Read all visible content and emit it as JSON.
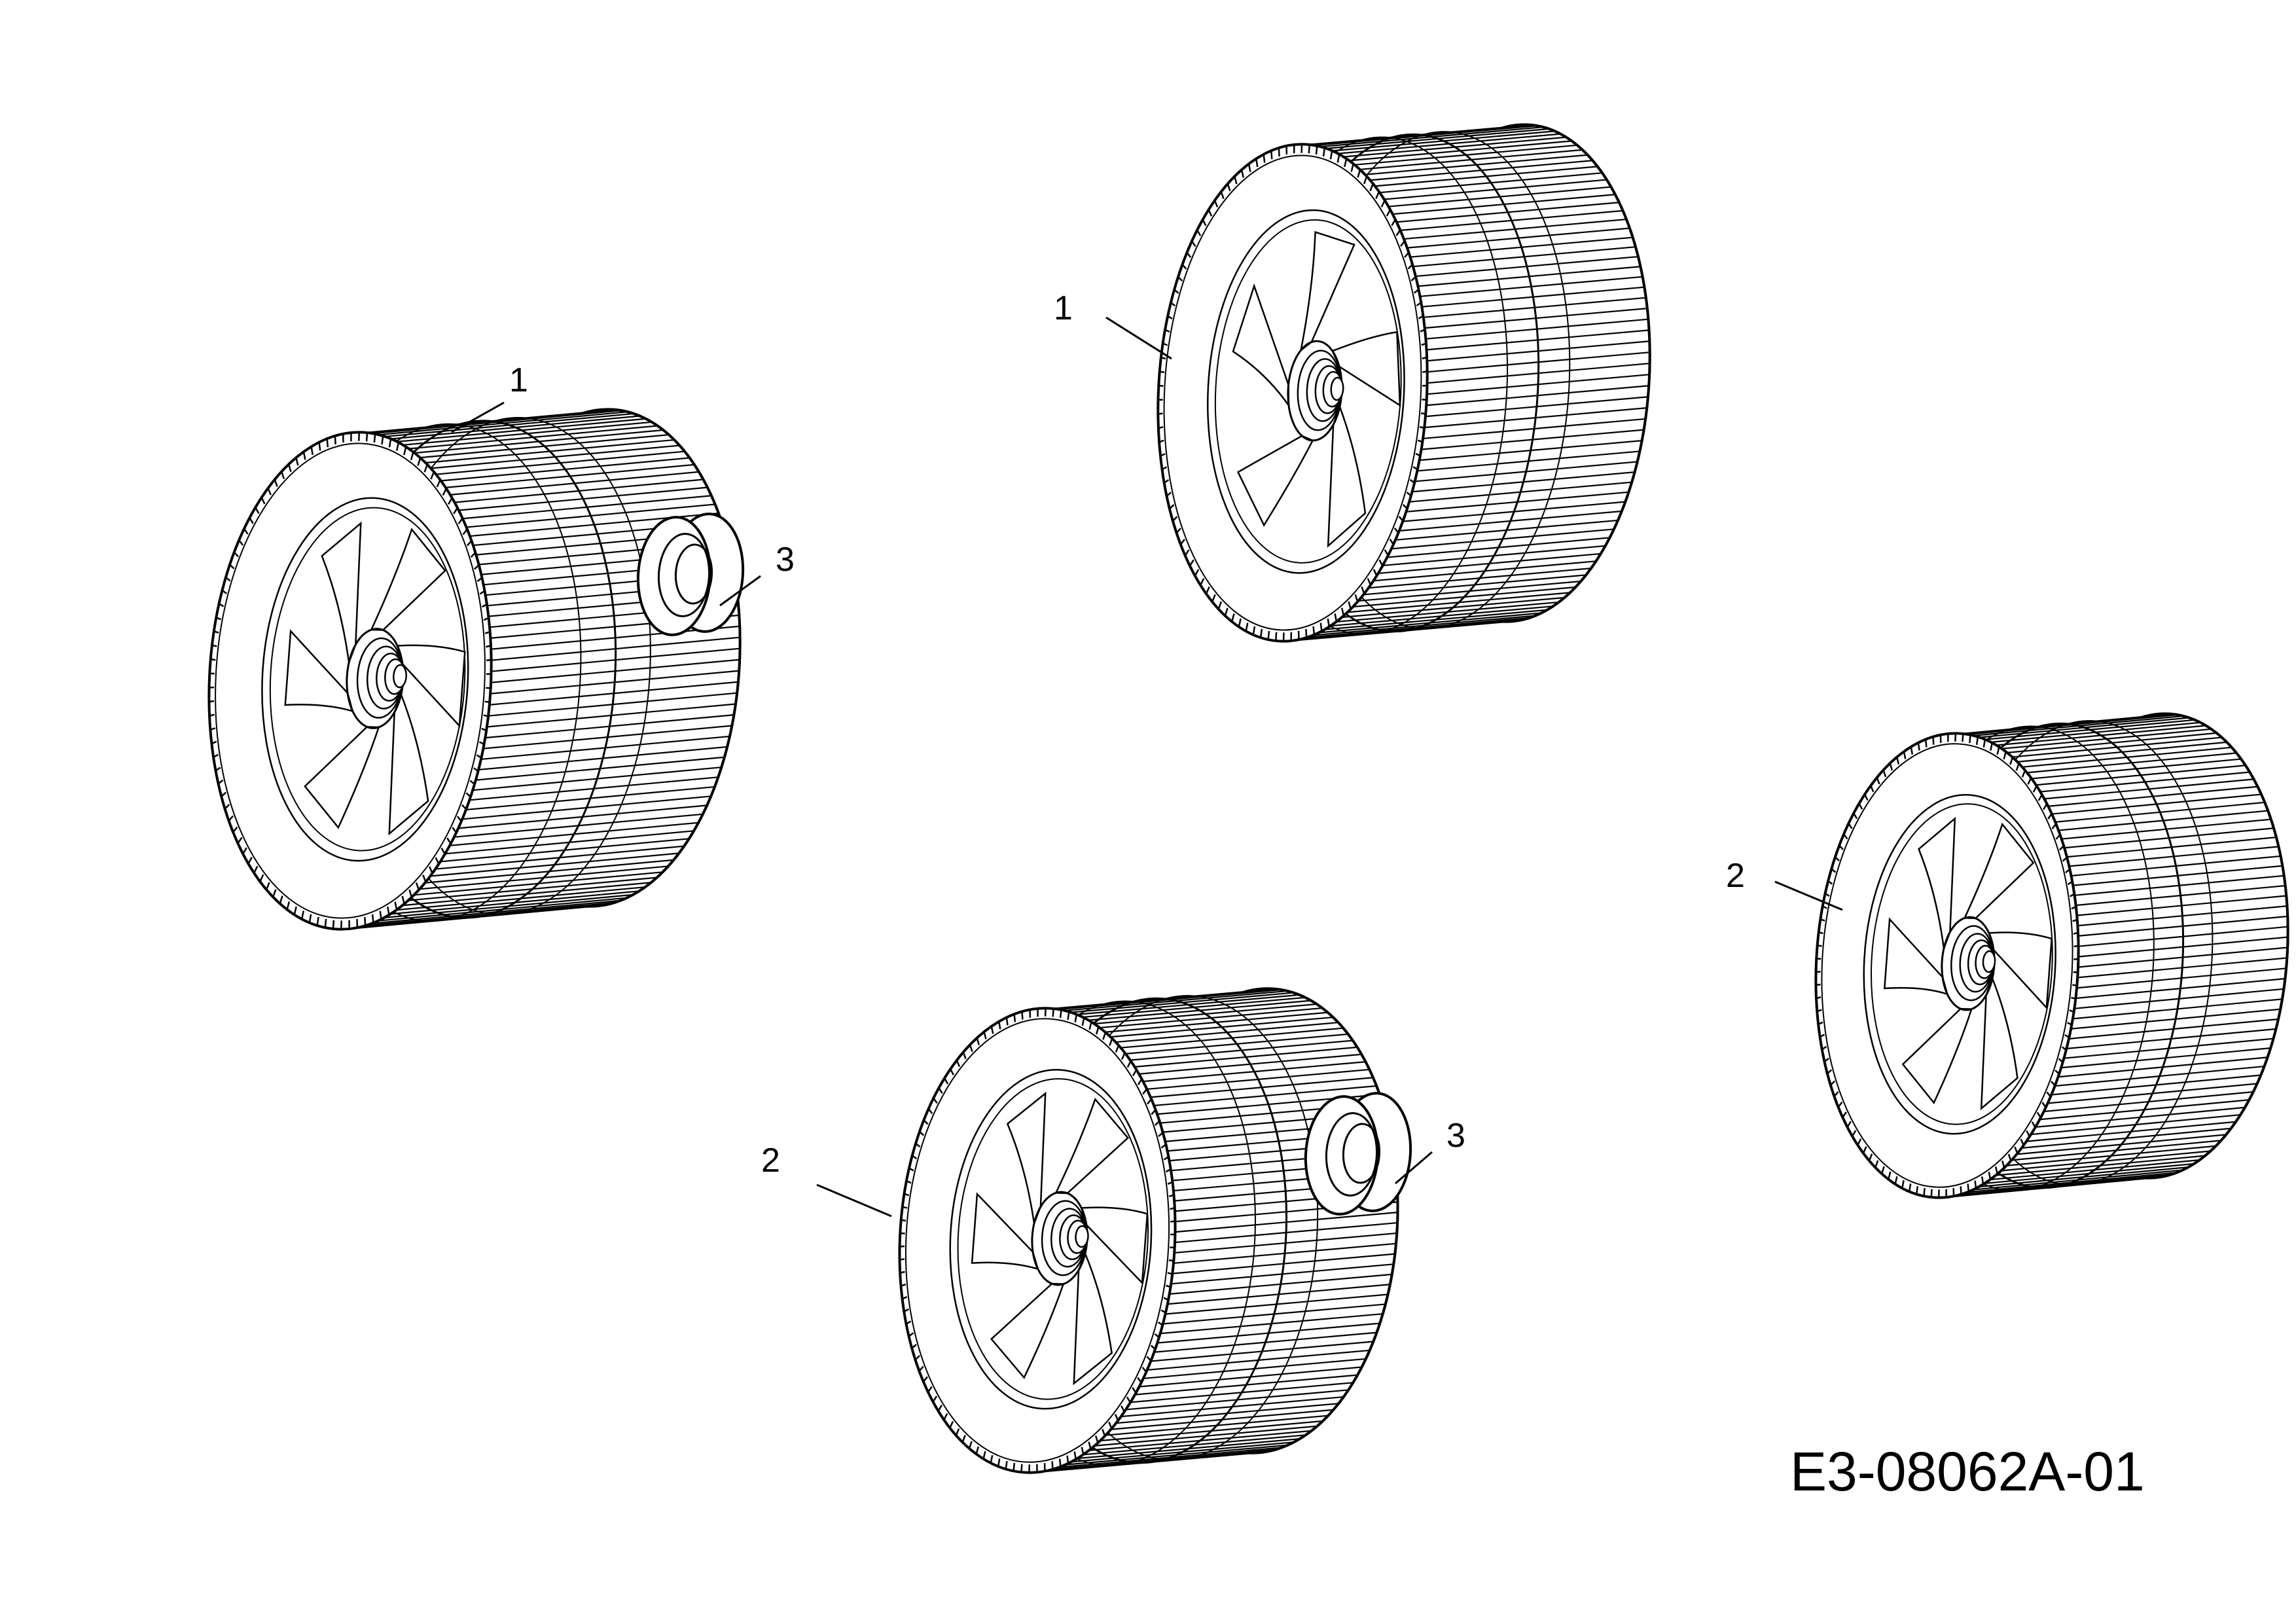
{
  "diagram": {
    "drawing_number": "E3-08062A-01",
    "callouts": [
      {
        "id": "left-wheel",
        "text": "1"
      },
      {
        "id": "top-wheel",
        "text": "1"
      },
      {
        "id": "right-wheel",
        "text": "2"
      },
      {
        "id": "bottom-wheel",
        "text": "2"
      },
      {
        "id": "upper-cap",
        "text": "3"
      },
      {
        "id": "lower-cap",
        "text": "3"
      }
    ],
    "parts": [
      {
        "callout": "1",
        "kind": "wheel",
        "hub_spokes": "6"
      },
      {
        "callout": "1",
        "kind": "wheel",
        "hub_spokes": "5"
      },
      {
        "callout": "2",
        "kind": "wheel",
        "hub_spokes": "6"
      },
      {
        "callout": "2",
        "kind": "wheel",
        "hub_spokes": "6"
      },
      {
        "callout": "3",
        "kind": "hub-cap"
      },
      {
        "callout": "3",
        "kind": "hub-cap"
      }
    ]
  }
}
